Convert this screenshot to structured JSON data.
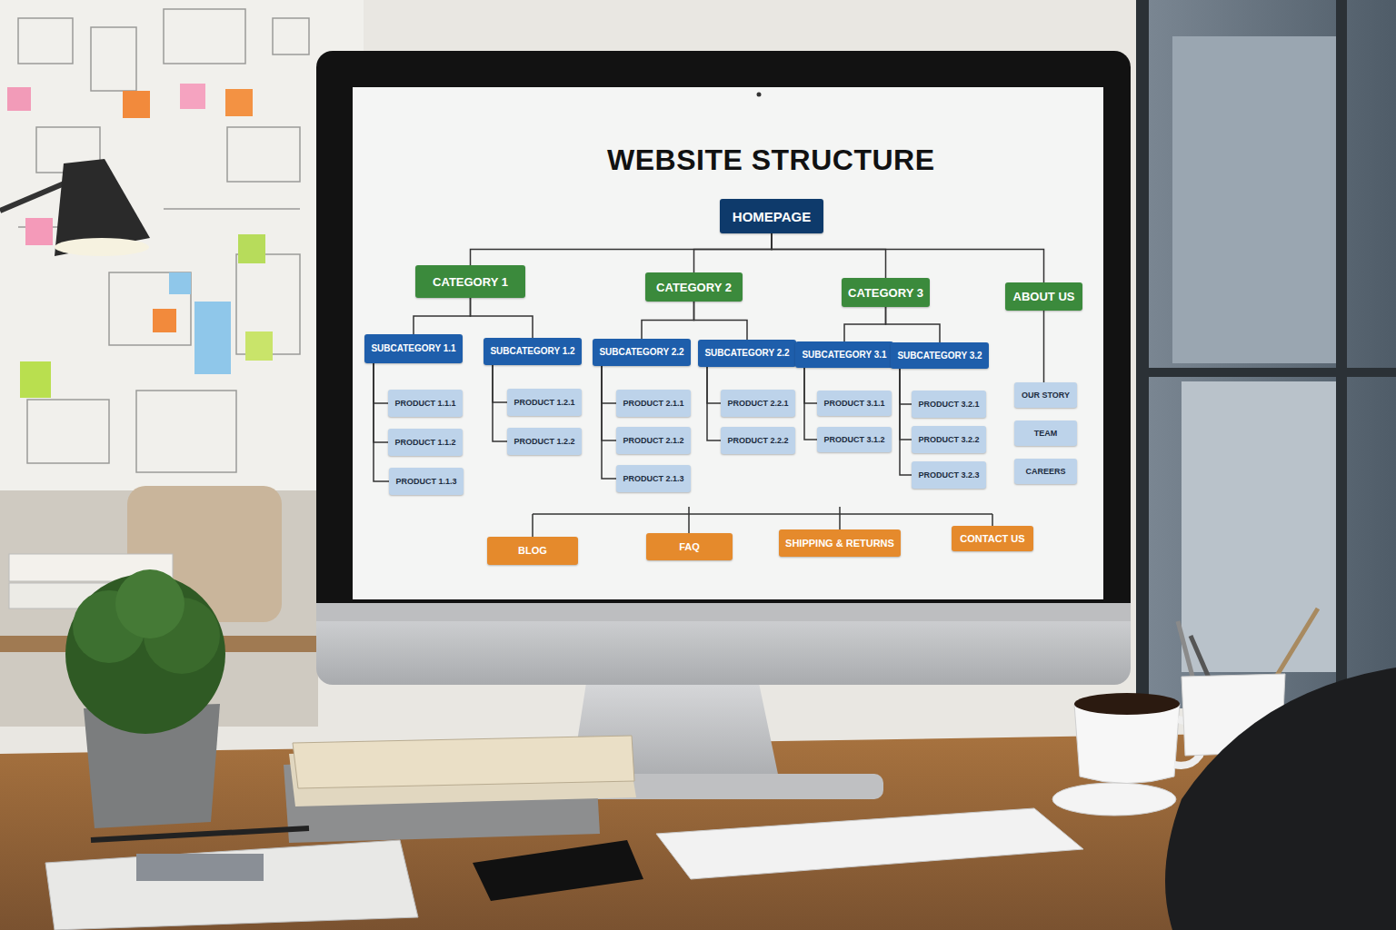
{
  "diagram": {
    "title": "WEBSITE STRUCTURE",
    "nodes": [
      {
        "text": [
          "HOMEPAGE"
        ]
      },
      {
        "text": [
          "CATEGORY 1"
        ]
      },
      {
        "text": [
          "CATEGORY 2"
        ]
      },
      {
        "text": [
          "CATEGORY 3"
        ]
      },
      {
        "text": [
          "ABOUT US"
        ]
      },
      {
        "text": [
          "SUBCATEGORY 1.1"
        ]
      },
      {
        "text": [
          "SUBCATEGORY 1.2"
        ]
      },
      {
        "text": [
          "SUBCATEGORY 2.2"
        ]
      },
      {
        "text": [
          "SUBCATEGORY 2.2"
        ]
      },
      {
        "text": [
          "SUBCATEGORY 3.1"
        ]
      },
      {
        "text": [
          "SUBCATEGORY 3.2"
        ]
      },
      {
        "text": [
          "PRODUCT 1.1.1"
        ]
      },
      {
        "text": [
          "PRODUCT 1.1.2"
        ]
      },
      {
        "text": [
          "PRODUCT 1.1.3"
        ]
      },
      {
        "text": [
          "PRODUCT 1.2.1"
        ]
      },
      {
        "text": [
          "PRODUCT 1.2.2"
        ]
      },
      {
        "text": [
          "PRODUCT 2.1.1"
        ]
      },
      {
        "text": [
          "PRODUCT 2.1.2"
        ]
      },
      {
        "text": [
          "PRODUCT 2.1.3"
        ]
      },
      {
        "text": [
          "PRODUCT 2.2.1"
        ]
      },
      {
        "text": [
          "PRODUCT 2.2.2"
        ]
      },
      {
        "text": [
          "PRODUCT 3.1.1"
        ]
      },
      {
        "text": [
          "PRODUCT 3.1.2"
        ]
      },
      {
        "text": [
          "PRODUCT 3.2.1"
        ]
      },
      {
        "text": [
          "PRODUCT 3.2.2"
        ]
      },
      {
        "text": [
          "PRODUCT 3.2.3"
        ]
      },
      {
        "text": [
          "OUR STORY"
        ]
      },
      {
        "text": [
          "TEAM"
        ]
      },
      {
        "text": [
          "CAREERS"
        ]
      },
      {
        "text": [
          "BLOG"
        ]
      },
      {
        "text": [
          "FAQ"
        ]
      },
      {
        "text": [
          "SHIPPING & RETURNS"
        ]
      },
      {
        "text": [
          "CONTACT US"
        ]
      }
    ],
    "edges": [
      {
        "from": 0,
        "to": 1,
        "arrow": "none"
      },
      {
        "from": 0,
        "to": 2,
        "arrow": "none"
      },
      {
        "from": 0,
        "to": 3,
        "arrow": "none"
      },
      {
        "from": 0,
        "to": 4,
        "arrow": "none"
      },
      {
        "from": 1,
        "to": 5,
        "arrow": "none"
      },
      {
        "from": 1,
        "to": 6,
        "arrow": "none"
      },
      {
        "from": 2,
        "to": 7,
        "arrow": "none"
      },
      {
        "from": 2,
        "to": 8,
        "arrow": "none"
      },
      {
        "from": 3,
        "to": 9,
        "arrow": "none"
      },
      {
        "from": 3,
        "to": 10,
        "arrow": "none"
      },
      {
        "from": 4,
        "to": 26,
        "arrow": "none"
      },
      {
        "from": 5,
        "to": 11,
        "arrow": "none"
      },
      {
        "from": 5,
        "to": 12,
        "arrow": "none"
      },
      {
        "from": 5,
        "to": 13,
        "arrow": "none"
      },
      {
        "from": 6,
        "to": 14,
        "arrow": "none"
      },
      {
        "from": 6,
        "to": 15,
        "arrow": "none"
      },
      {
        "from": 7,
        "to": 16,
        "arrow": "none"
      },
      {
        "from": 7,
        "to": 17,
        "arrow": "none"
      },
      {
        "from": 7,
        "to": 18,
        "arrow": "none"
      },
      {
        "from": 8,
        "to": 19,
        "arrow": "none"
      },
      {
        "from": 8,
        "to": 20,
        "arrow": "none"
      },
      {
        "from": 9,
        "to": 21,
        "arrow": "none"
      },
      {
        "from": 9,
        "to": 22,
        "arrow": "none"
      },
      {
        "from": 10,
        "to": 23,
        "arrow": "none"
      },
      {
        "from": 10,
        "to": 24,
        "arrow": "none"
      },
      {
        "from": 10,
        "to": 25,
        "arrow": "none"
      }
    ]
  }
}
